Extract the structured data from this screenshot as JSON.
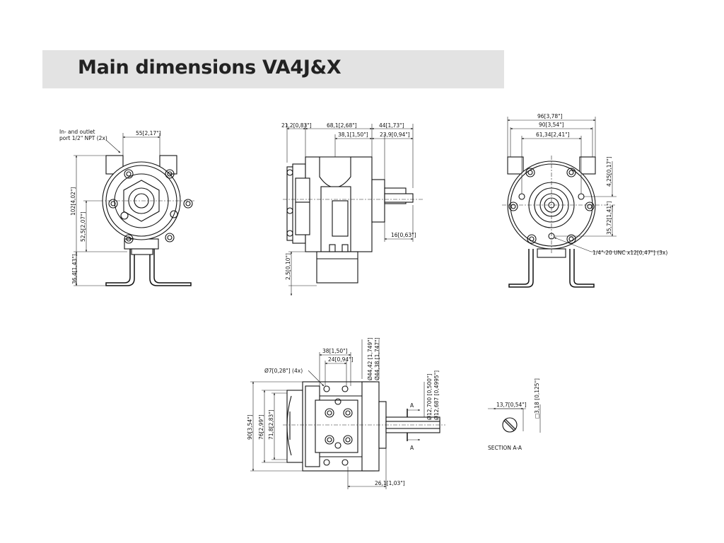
{
  "title": "Main dimensions VA4J&X",
  "front_view": {
    "port_note_line1": "In- and outlet",
    "port_note_line2": "port 1/2\" NPT (2x)",
    "dim_port_spacing": "55[2,17\"]",
    "dim_total_height": "102[4,02\"]",
    "dim_center_height": "52,5[2,07\"]",
    "dim_foot_height": "36,4[1,43\"]"
  },
  "side_view": {
    "dim_flange": "21,2[0,83\"]",
    "dim_body": "68,1[2,68\"]",
    "dim_shaft_total": "44[1,73\"]",
    "dim_inner_body": "38,1[1,50\"]",
    "dim_shaft_offset": "23,9[0,94\"]",
    "dim_shaft_length": "16[0,63\"]",
    "dim_base": "2,5[0,10\"]"
  },
  "rear_view": {
    "dim_width": "96[3,78\"]",
    "dim_bolt_span": "90[3,54\"]",
    "dim_hole_span": "61,34[2,41\"]",
    "dim_top_offset": "4,25[0,17\"]",
    "dim_mid_offset": "35,72[1,41\"]",
    "thread_note": "1/4\"-20 UNC x12[0,47\"] (3x)"
  },
  "top_view": {
    "dim_hole_spacing_outer": "38[1,50\"]",
    "dim_hole_spacing_inner": "24[0,94\"]",
    "dim_holes": "Ø7[0,28\"] (4x)",
    "dim_pilot_max": "Ø44,42 [1,749\"]",
    "dim_pilot_min": "Ø44,38 [1,747\"]",
    "dim_total_width": "90[3,54\"]",
    "dim_foot_outer": "76[2,99\"]",
    "dim_foot_inner": "71,8[2,83\"]",
    "dim_shaft_max": "Ø12,700 [0,500\"]",
    "dim_shaft_min": "Ø12,687 [0,4995\"]",
    "dim_shaft_protrusion": "26,1[1,03\"]",
    "section_marker": "A"
  },
  "section": {
    "label": "SECTION A-A",
    "dim_key_depth": "13,7[0,54\"]",
    "dim_key_width": "□3,18 [0,125\"]"
  }
}
